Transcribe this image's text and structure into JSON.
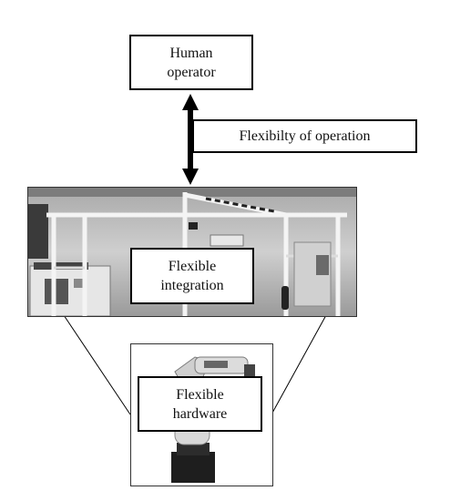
{
  "nodes": {
    "human_operator": "Human\noperator",
    "flexibility": "Flexibilty of operation",
    "integration": "Flexible\nintegration",
    "hardware": "Flexible\nhardware"
  },
  "images": {
    "cell_photo": "robot work cell photograph",
    "robot_photo": "industrial robot arm photograph"
  }
}
